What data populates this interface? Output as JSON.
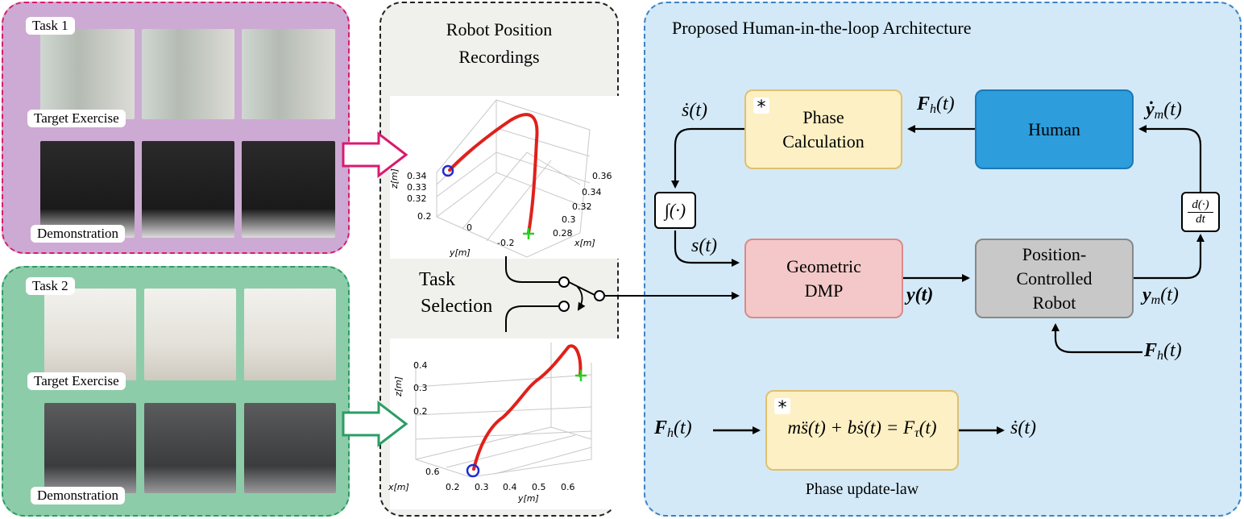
{
  "task1": {
    "label": "Task 1",
    "exercise_caption": "Target Exercise",
    "demo_caption": "Demonstration"
  },
  "task2": {
    "label": "Task 2",
    "exercise_caption": "Target Exercise",
    "demo_caption": "Demonstration"
  },
  "middle": {
    "title_line1": "Robot Position",
    "title_line2": "Recordings",
    "task_selection_line1": "Task",
    "task_selection_line2": "Selection"
  },
  "architecture": {
    "title": "Proposed Human-in-the-loop Architecture",
    "phase_block_line1": "Phase",
    "phase_block_line2": "Calculation",
    "human_block": "Human",
    "dmp_block_line1": "Geometric",
    "dmp_block_line2": "DMP",
    "robot_block_line1": "Position-",
    "robot_block_line2": "Controlled",
    "robot_block_line3": "Robot",
    "star_marker": "*",
    "integral_box": "∫(·)",
    "derivative_num": "d(·)",
    "derivative_den": "dt",
    "law_caption": "Phase update-law",
    "signals": {
      "s_dot": "ṡ(t)",
      "s": "s(t)",
      "F_h_main": "F",
      "F_h_sub": "h",
      "F_h_arg": "(t)",
      "y": "y(t)",
      "y_m_main": "y",
      "y_m_sub": "m",
      "y_m_arg": "(t)",
      "y_m_dot_main": "ẏ",
      "law_equation": "ms̈(t) + bṡ(t) = F",
      "law_eq_sub": "τ",
      "law_eq_arg": "(t)",
      "law_output": "ṡ(t)"
    }
  },
  "plot1": {
    "zlabel": "z[m]",
    "ylabel": "y[m]",
    "xlabel": "x[m]",
    "z_ticks": [
      "0.34",
      "0.33",
      "0.32"
    ],
    "y_ticks": [
      "0.2",
      "0",
      "-0.2"
    ],
    "x_ticks": [
      "0.36",
      "0.34",
      "0.32",
      "0.3",
      "0.28"
    ]
  },
  "plot2": {
    "zlabel": "z[m]",
    "ylabel": "y[m]",
    "xlabel": "x[m]",
    "z_ticks": [
      "0.4",
      "0.3",
      "0.2"
    ],
    "x_side_tick": "0.6",
    "y_ticks": [
      "0.2",
      "0.3",
      "0.4",
      "0.5",
      "0.6"
    ]
  },
  "colors": {
    "trajectory": "#e0201b",
    "start_marker": "#1f2bd1",
    "end_marker": "#27d020",
    "task1_bg": "#cdaad3",
    "task2_bg": "#8dcca9",
    "arch_bg": "#d3e9f7",
    "human_block": "#2d9ddc"
  }
}
